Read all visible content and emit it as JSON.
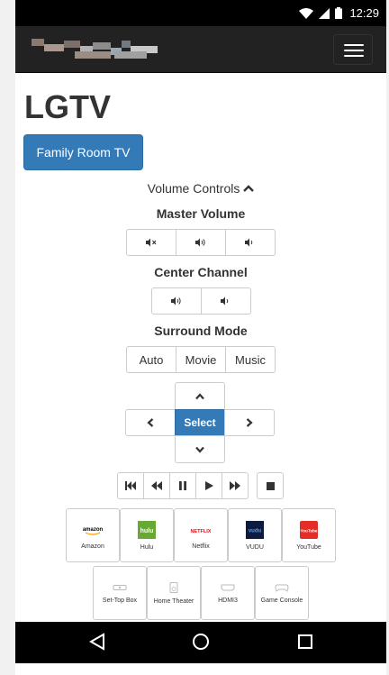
{
  "status_bar": {
    "time": "12:29"
  },
  "page": {
    "title": "LGTV",
    "tv_button": "Family Room TV"
  },
  "volume_section": {
    "toggle_label": "Volume Controls",
    "master": {
      "label": "Master Volume",
      "buttons": [
        "mute",
        "volume-up",
        "volume-down"
      ]
    },
    "center": {
      "label": "Center Channel",
      "buttons": [
        "volume-up",
        "volume-down"
      ]
    },
    "surround": {
      "label": "Surround Mode",
      "buttons": [
        "Auto",
        "Movie",
        "Music"
      ]
    }
  },
  "dpad": {
    "select": "Select"
  },
  "apps": [
    {
      "label": "Amazon",
      "logo": "amazon",
      "color": "#000000"
    },
    {
      "label": "Hulu",
      "logo": "hulu",
      "color": "#66aa33"
    },
    {
      "label": "Netflix",
      "logo": "NETFLIX",
      "color": "#e50914"
    },
    {
      "label": "VUDU",
      "logo": "vudu",
      "color": "#1f3a93"
    },
    {
      "label": "YouTube",
      "logo": "YouTube",
      "color": "#e52d27"
    }
  ],
  "inputs": [
    {
      "label": "Set-Top Box"
    },
    {
      "label": "Home Theater"
    },
    {
      "label": "HDMI3"
    },
    {
      "label": "Game Console"
    }
  ],
  "colors": {
    "primary": "#337ab7",
    "navbar": "#222222"
  }
}
